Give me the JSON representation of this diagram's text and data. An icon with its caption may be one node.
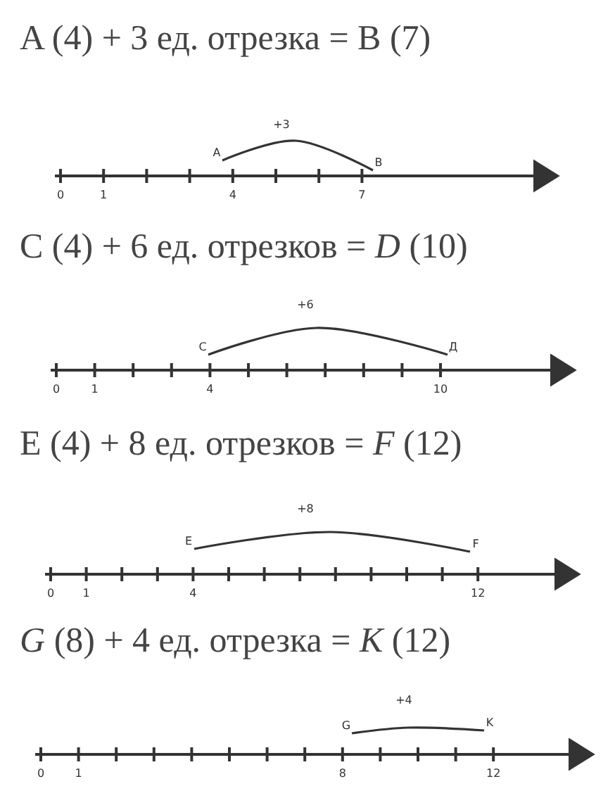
{
  "diagram": {
    "nodes": [
      {
        "text": [
          "A"
        ]
      },
      {
        "text": [
          "B"
        ]
      },
      {
        "text": [
          "C"
        ]
      },
      {
        "text": [
          "Д"
        ]
      },
      {
        "text": [
          "E"
        ]
      },
      {
        "text": [
          "F"
        ]
      },
      {
        "text": [
          "G"
        ]
      },
      {
        "text": [
          "K"
        ]
      }
    ],
    "edges": [
      {
        "from": 0,
        "to": 1,
        "arrow": "none",
        "label": "+3"
      },
      {
        "from": 2,
        "to": 3,
        "arrow": "none",
        "label": "+6"
      },
      {
        "from": 4,
        "to": 5,
        "arrow": "none",
        "label": "+8"
      },
      {
        "from": 6,
        "to": 7,
        "arrow": "none",
        "label": "+4"
      }
    ],
    "labels": [
      "A (4) + 3 ед. отрезка = B (7)",
      "0",
      "1",
      "4",
      "7",
      "C (4) + 6 ед. отрезков = *D* (10)",
      "0",
      "1",
      "4",
      "10",
      "E (4) + 8 ед. отрезков = *F* (12)",
      "0",
      "1",
      "4",
      "12",
      "*G* (8) + 4 ед. отрезка = *K* (12)",
      "0",
      "1",
      "8",
      "12"
    ]
  }
}
